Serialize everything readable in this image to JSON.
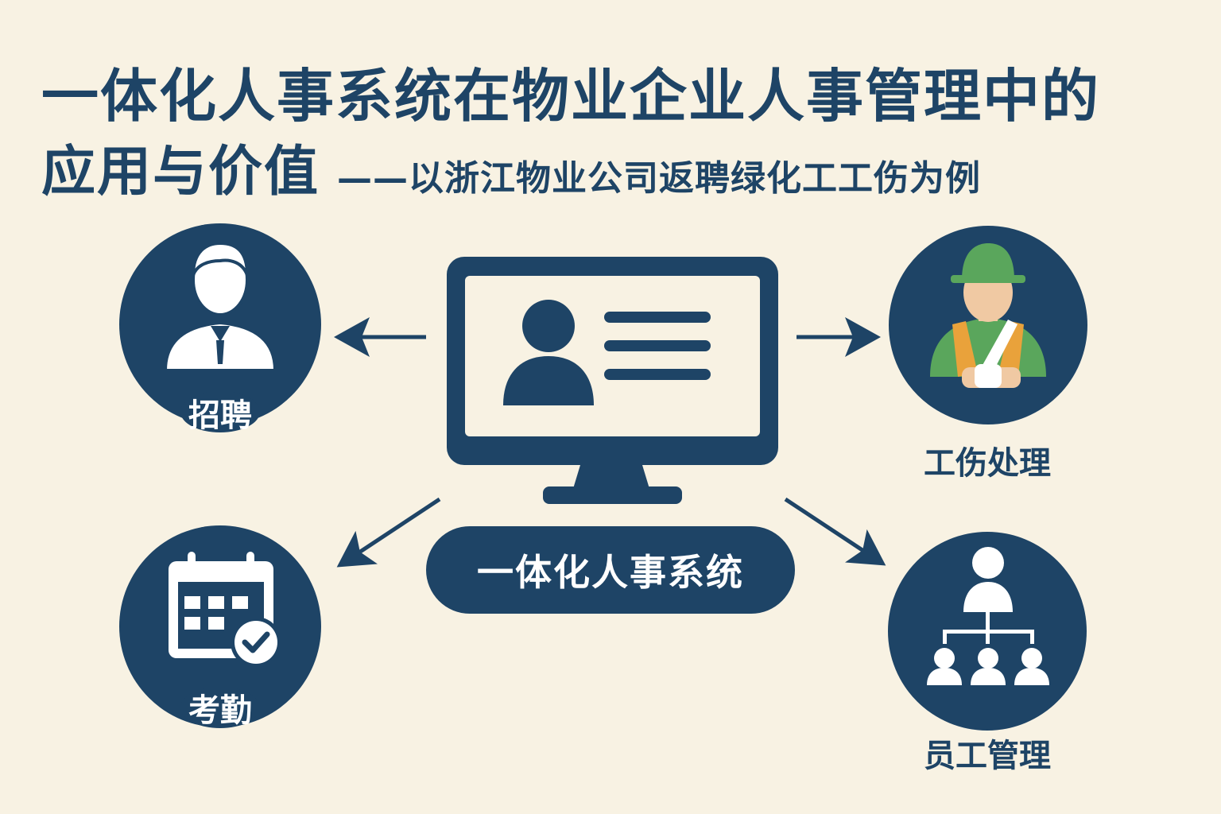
{
  "title": {
    "line1": "一体化人事系统在物业企业人事管理中的",
    "line2_main": "应用与价值",
    "subtitle": "——以浙江物业公司返聘绿化工工伤为例"
  },
  "center": {
    "label": "一体化人事系统",
    "icon": "computer-monitor-profile-icon"
  },
  "nodes": [
    {
      "label": "招聘",
      "icon": "recruiter-person-icon"
    },
    {
      "label": "工伤处理",
      "icon": "injured-worker-icon"
    },
    {
      "label": "考勤",
      "icon": "calendar-check-icon"
    },
    {
      "label": "员工管理",
      "icon": "org-chart-icon"
    }
  ],
  "colors": {
    "primary": "#1e4466",
    "background": "#f8f2e3",
    "helmet_green": "#5aa65c",
    "vest_orange": "#e9a23b",
    "skin": "#f0c9a3"
  }
}
